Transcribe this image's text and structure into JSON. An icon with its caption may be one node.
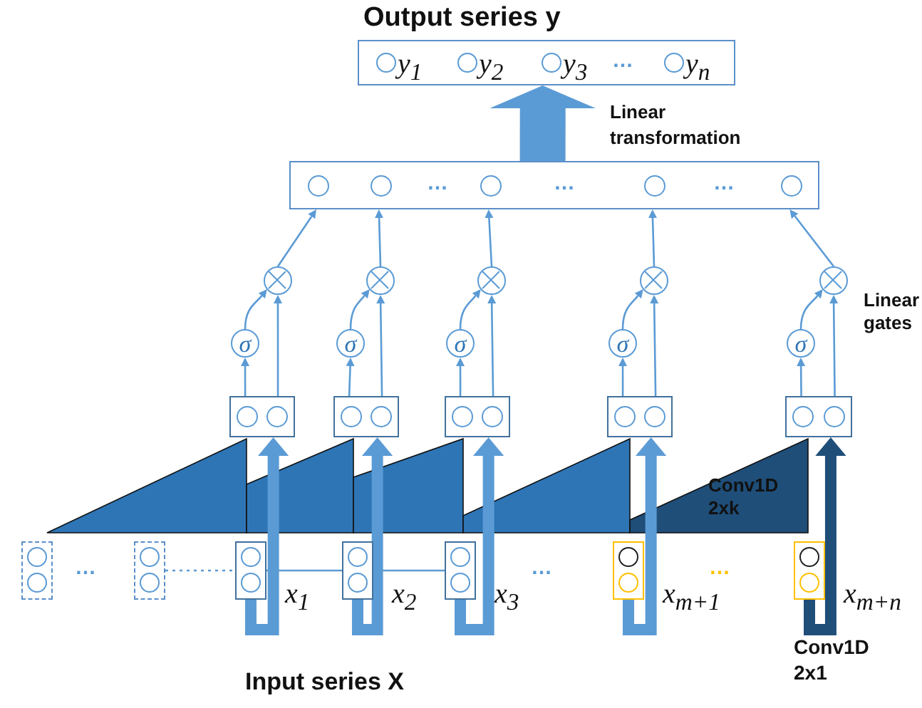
{
  "diagram": {
    "nodes": [
      {
        "text": [
          "Output series y",
          "y$_{1}$",
          "y$_{2}$",
          "y$_{3}$",
          "…",
          "y$_{n}$"
        ]
      },
      {
        "text": [
          "…",
          "…",
          "…"
        ]
      },
      {
        "text": [],
        "shape": "circle"
      },
      {
        "text": [],
        "shape": "circle"
      },
      {
        "text": [],
        "shape": "circle"
      },
      {
        "text": [],
        "shape": "circle"
      },
      {
        "text": [],
        "shape": "circle"
      },
      {
        "text": [
          "σ"
        ]
      },
      {
        "text": [
          "σ"
        ]
      },
      {
        "text": [
          "σ"
        ]
      },
      {
        "text": [
          "σ"
        ]
      },
      {
        "text": [
          "σ"
        ]
      },
      {
        "text": [],
        "shape": "box"
      },
      {
        "text": [],
        "shape": "box"
      },
      {
        "text": [],
        "shape": "box"
      },
      {
        "text": [],
        "shape": "box"
      },
      {
        "text": [],
        "shape": "box"
      },
      {
        "text": [],
        "shape": "box"
      },
      {
        "text": [],
        "shape": "box"
      },
      {
        "text": [],
        "shape": "box",
        "beside": [
          "x$_{1}$"
        ]
      },
      {
        "text": [],
        "shape": "box",
        "beside": [
          "x$_{2}$"
        ]
      },
      {
        "text": [],
        "shape": "box",
        "beside": [
          "x$_{3}$"
        ]
      },
      {
        "text": [],
        "shape": "box",
        "beside": [
          "x$_{m+1}$"
        ]
      },
      {
        "text": [],
        "shape": "box",
        "beside": [
          "x$_{m+n}$"
        ]
      }
    ],
    "edges": [
      {
        "from": 1,
        "to": 0,
        "arrow": "to",
        "label": "Linear transformation",
        "style": "thick"
      },
      {
        "from": 2,
        "to": 1,
        "arrow": "to"
      },
      {
        "from": 3,
        "to": 1,
        "arrow": "to"
      },
      {
        "from": 4,
        "to": 1,
        "arrow": "to"
      },
      {
        "from": 5,
        "to": 1,
        "arrow": "to"
      },
      {
        "from": 6,
        "to": 1,
        "arrow": "to"
      },
      {
        "from": 7,
        "to": 2,
        "arrow": "to"
      },
      {
        "from": 8,
        "to": 3,
        "arrow": "to"
      },
      {
        "from": 9,
        "to": 4,
        "arrow": "to"
      },
      {
        "from": 10,
        "to": 5,
        "arrow": "to"
      },
      {
        "from": 11,
        "to": 6,
        "arrow": "to"
      },
      {
        "from": 12,
        "to": 7,
        "arrow": "to"
      },
      {
        "from": 13,
        "to": 8,
        "arrow": "to"
      },
      {
        "from": 14,
        "to": 9,
        "arrow": "to"
      },
      {
        "from": 15,
        "to": 10,
        "arrow": "to"
      },
      {
        "from": 16,
        "to": 11,
        "arrow": "to"
      },
      {
        "from": 12,
        "to": 2,
        "arrow": "to"
      },
      {
        "from": 13,
        "to": 3,
        "arrow": "to"
      },
      {
        "from": 14,
        "to": 4,
        "arrow": "to"
      },
      {
        "from": 15,
        "to": 5,
        "arrow": "to"
      },
      {
        "from": 16,
        "to": 6,
        "arrow": "to"
      },
      {
        "from": 19,
        "to": 12,
        "arrow": "to",
        "style": "thick"
      },
      {
        "from": 20,
        "to": 13,
        "arrow": "to",
        "style": "thick"
      },
      {
        "from": 21,
        "to": 14,
        "arrow": "to",
        "style": "thick"
      },
      {
        "from": 22,
        "to": 15,
        "arrow": "to",
        "style": "thick"
      },
      {
        "from": 23,
        "to": 16,
        "arrow": "to",
        "style": "thick",
        "color": "#1f4e79"
      },
      {
        "from": 18,
        "to": 19,
        "arrow": "none",
        "style": "dashed"
      },
      {
        "from": 19,
        "to": 20,
        "arrow": "none"
      },
      {
        "from": 20,
        "to": 21,
        "arrow": "none"
      }
    ],
    "labels": [
      "Linear gates",
      "Conv1D 2xk",
      "…",
      "…",
      "…",
      "Conv1D 2x1",
      "Input series X"
    ]
  }
}
